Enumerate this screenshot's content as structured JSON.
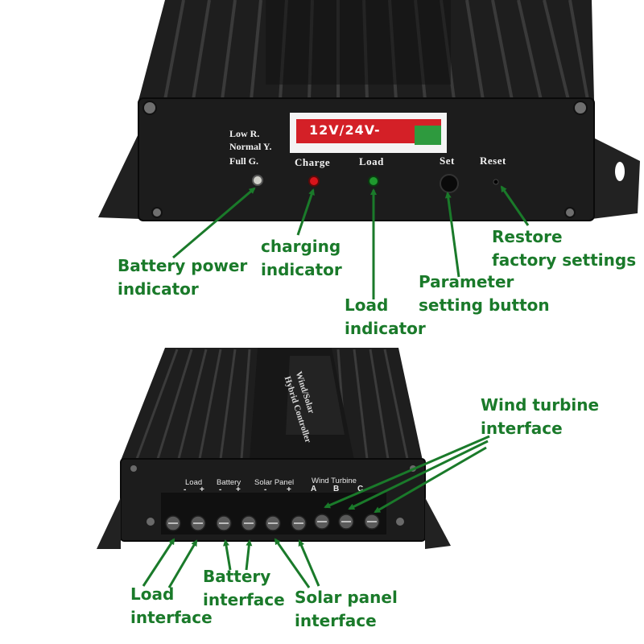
{
  "top_panel": {
    "legend": [
      "Low R.",
      "Normal Y.",
      "Full G."
    ],
    "labels": {
      "charge": "Charge",
      "load": "Load",
      "set": "Set",
      "reset": "Reset"
    },
    "voltage_sticker": "12V/24V-",
    "led_colors": {
      "full": "#cfcfc8",
      "charge": "#d8141b",
      "load": "#1f9a2e"
    }
  },
  "bottom_panel": {
    "group_labels": {
      "load": "Load",
      "battery": "Battery",
      "solar": "Solar Panel",
      "wind": "Wind Turbine"
    },
    "signs": [
      "-",
      "+",
      "-",
      "+",
      "-",
      "+",
      "A",
      "B",
      "C"
    ],
    "brand_line1": "Wind/Solar",
    "brand_line2": "Hybrid Controller"
  },
  "annotations": {
    "battery_power": [
      "Battery power",
      "indicator"
    ],
    "charging": [
      "charging",
      "indicator"
    ],
    "load_ind": [
      "Load",
      "indicator"
    ],
    "parameter": [
      "Parameter",
      "setting button"
    ],
    "restore": [
      "Restore",
      "factory settings"
    ],
    "wind": [
      "Wind turbine",
      "interface"
    ],
    "load_if": [
      "Load",
      "interface"
    ],
    "battery_if": [
      "Battery",
      "interface"
    ],
    "solar_if": [
      "Solar panel",
      "interface"
    ]
  },
  "colors": {
    "annotation": "#1a7a2a",
    "device_body": "#1b1b1b",
    "sticker_red": "#d42027",
    "sticker_green": "#2e9a3e"
  }
}
